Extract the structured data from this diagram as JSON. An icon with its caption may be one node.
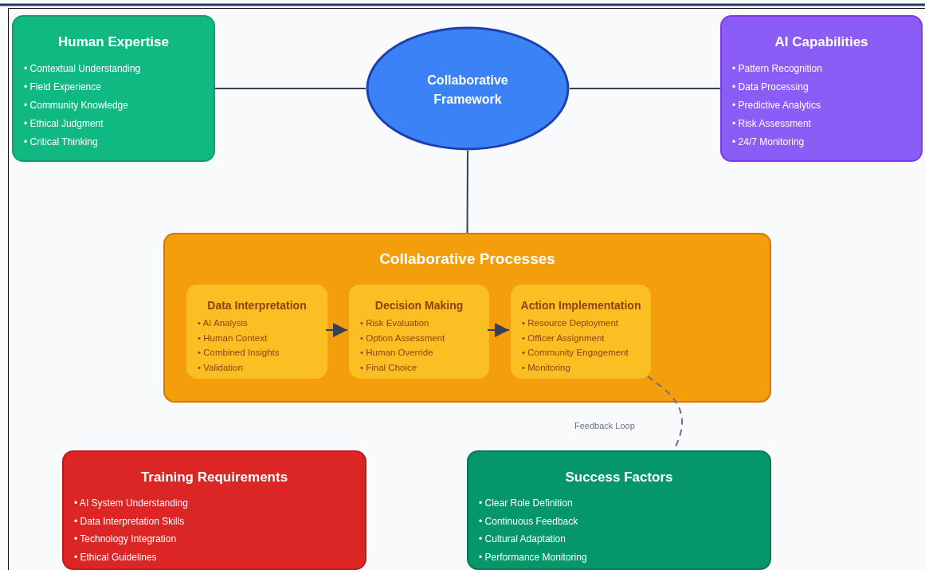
{
  "diagram": {
    "nodes": [
      {
        "text": [
          "Human Expertise",
          "• Contextual Understanding",
          "• Field Experience",
          "• Community Knowledge",
          "• Ethical Judgment",
          "• Critical Thinking"
        ]
      },
      {
        "text": [
          "Collaborative Framework"
        ]
      },
      {
        "text": [
          "AI Capabilities",
          "• Pattern Recognition",
          "• Data Processing",
          "• Predictive Analytics",
          "• Risk Assessment",
          "• 24/7 Monitoring"
        ]
      },
      {
        "text": [
          "Collaborative Processes"
        ]
      },
      {
        "text": [
          "Data Interpretation",
          "• AI Analysis",
          "• Human Context",
          "• Combined Insights",
          "• Validation"
        ],
        "in": 3
      },
      {
        "text": [
          "Decision Making",
          "• Risk Evaluation",
          "• Option Assessment",
          "• Human Override",
          "• Final Choice"
        ],
        "in": 3
      },
      {
        "text": [
          "Action Implementation",
          "• Resource Deployment",
          "• Officer Assignment",
          "• Community Engagement",
          "• Monitoring"
        ],
        "in": 3
      },
      {
        "text": [
          "Training Requirements",
          "• AI System Understanding",
          "• Data Interpretation Skills",
          "• Technology Integration",
          "• Ethical Guidelines"
        ]
      },
      {
        "text": [
          "Success Factors",
          "• Clear Role Definition",
          "• Continuous Feedback",
          "• Cultural Adaptation",
          "• Performance Monitoring"
        ]
      }
    ],
    "edges": [
      {
        "from": 0,
        "to": 1,
        "arrow": "none"
      },
      {
        "from": 1,
        "to": 2,
        "arrow": "none"
      },
      {
        "from": 1,
        "to": 3,
        "arrow": "none"
      },
      {
        "from": 4,
        "to": 5,
        "arrow": "to"
      },
      {
        "from": 5,
        "to": 6,
        "arrow": "to"
      },
      {
        "from": 6,
        "to": 8,
        "arrow": "none",
        "label": "Feedback Loop",
        "style": "dashed",
        "color": "#6b7280"
      }
    ]
  }
}
